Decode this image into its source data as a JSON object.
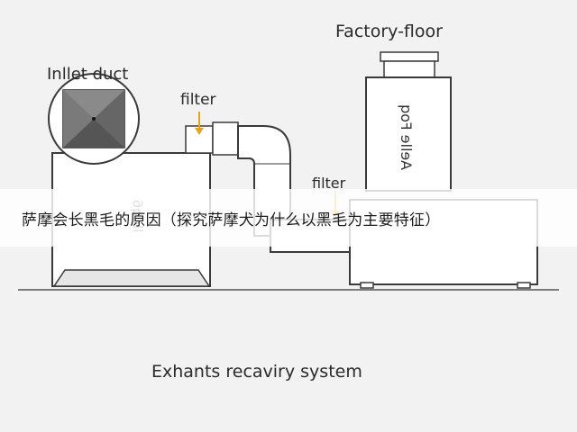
{
  "labels": {
    "factory_floor": "Factory-floor",
    "inlet_duct": "Inllet duct",
    "filter_top": "filter",
    "filter_mid": "filter",
    "system": "Exhants recaviry system",
    "box_mirror": "Aelle Foq",
    "left_mirror": "lleq6"
  },
  "banner": {
    "text": "萨摩会长黑毛的原因（探究萨摩犬为什么以黑毛为主要特征）"
  },
  "colors": {
    "line": "#3a3a3a",
    "fill": "#ffffff",
    "arrow": "#e8a317",
    "background": "#f2f2f2"
  }
}
